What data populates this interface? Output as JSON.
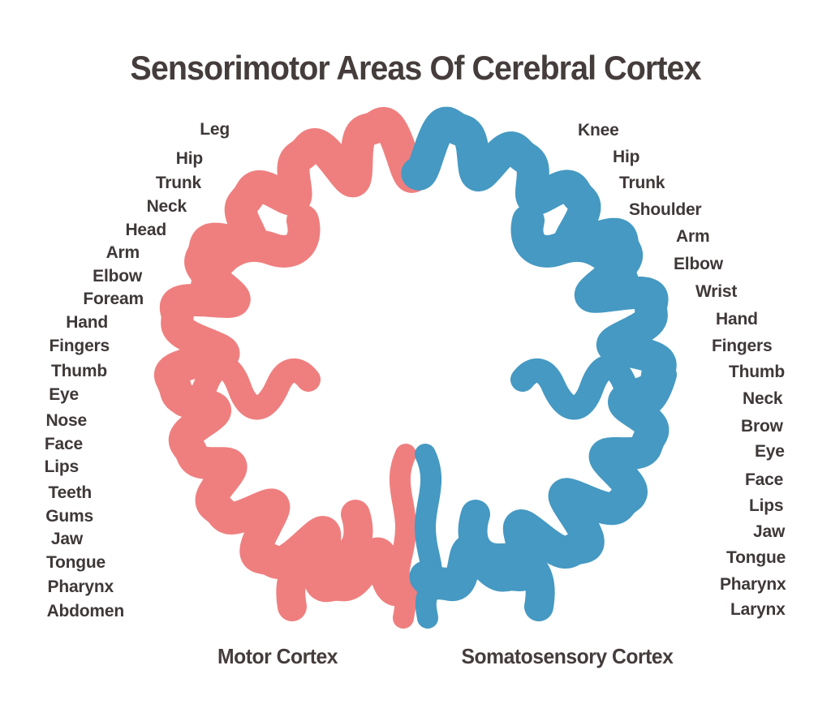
{
  "title": "Sensorimotor Areas Of Cerebral Cortex",
  "diagram": {
    "background": "#FFFFFF",
    "text_color": "#3F3838",
    "left_hemisphere": {
      "name": "Motor cortex (left, coral)",
      "caption": "Motor Cortex",
      "color": "#EF7F7F",
      "labels": [
        "Leg",
        "Hip",
        "Trunk",
        "Neck",
        "Head",
        "Arm",
        "Elbow",
        "Foream",
        "Hand",
        "Fingers",
        "Thumb",
        "Eye",
        "Nose",
        "Face",
        "Lips",
        "Teeth",
        "Gums",
        "Jaw",
        "Tongue",
        "Pharynx",
        "Abdomen"
      ]
    },
    "right_hemisphere": {
      "name": "Somatosensory cortex (right, blue)",
      "caption": "Somatosensory Cortex",
      "color": "#4599C2",
      "labels": [
        "Knee",
        "Hip",
        "Trunk",
        "Shoulder",
        "Arm",
        "Elbow",
        "Wrist",
        "Hand",
        "Fingers",
        "Thumb",
        "Neck",
        "Brow",
        "Eye",
        "Face",
        "Lips",
        "Jaw",
        "Tongue",
        "Pharynx",
        "Larynx"
      ]
    }
  }
}
